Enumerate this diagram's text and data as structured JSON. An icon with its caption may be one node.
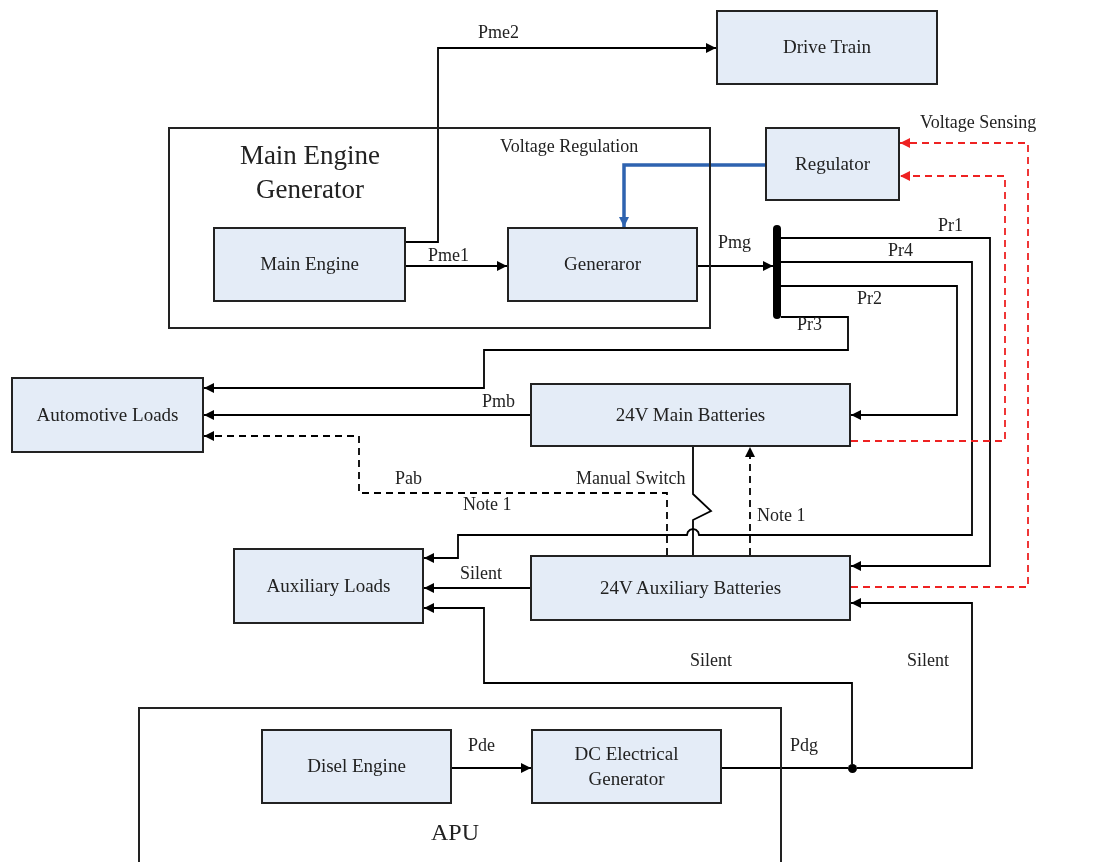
{
  "diagram": {
    "nodes": [
      {
        "text": [
          "Main Engine Generator"
        ]
      },
      {
        "text": [
          "Main Engine"
        ],
        "in": 0
      },
      {
        "text": [
          "Generaror"
        ],
        "in": 0
      },
      {
        "text": [
          "Drive Train"
        ]
      },
      {
        "text": [
          "Regulator"
        ]
      },
      {
        "text": [],
        "shape": "bar"
      },
      {
        "text": [
          "Automotive Loads"
        ]
      },
      {
        "text": [
          "24V Main Batteries"
        ]
      },
      {
        "text": [
          "Auxiliary Loads"
        ]
      },
      {
        "text": [
          "24V Auxiliary  Batteries"
        ]
      },
      {
        "text": [
          "APU"
        ]
      },
      {
        "text": [
          "Disel Engine"
        ],
        "in": 10
      },
      {
        "text": [
          "DC Electrical Generator"
        ],
        "in": 10
      },
      {
        "text": [],
        "shape": "circle"
      }
    ],
    "edges": [
      {
        "from": 1,
        "to": 3,
        "arrow": "to",
        "label": "Pme2"
      },
      {
        "from": 1,
        "to": 2,
        "arrow": "to",
        "label": "Pme1"
      },
      {
        "from": 4,
        "to": 2,
        "arrow": "to",
        "label": "Voltage Regulation",
        "style": "thick",
        "color": "#2e63b0"
      },
      {
        "from": 2,
        "to": 5,
        "arrow": "to",
        "label": "Pmg"
      },
      {
        "from": 5,
        "to": 9,
        "arrow": "to",
        "label": "Pr1"
      },
      {
        "from": 5,
        "to": 8,
        "arrow": "to",
        "label": "Pr4"
      },
      {
        "from": 5,
        "to": 7,
        "arrow": "to",
        "label": "Pr2"
      },
      {
        "from": 5,
        "to": 6,
        "arrow": "to",
        "label": "Pr3"
      },
      {
        "from": 7,
        "to": 6,
        "arrow": "to",
        "label": "Pmb"
      },
      {
        "from": 9,
        "to": 6,
        "arrow": "to",
        "label": "Pab",
        "style": "dashed"
      },
      {
        "from": 9,
        "to": 7,
        "arrow": "to",
        "label": "Note 1",
        "style": "dashed"
      },
      {
        "from": 7,
        "to": 9,
        "arrow": "none",
        "label": "Manual Switch"
      },
      {
        "from": 9,
        "to": 8,
        "arrow": "to",
        "label": "Silent"
      },
      {
        "from": 13,
        "to": 8,
        "arrow": "to",
        "label": "Silent"
      },
      {
        "from": 13,
        "to": 9,
        "arrow": "to",
        "label": "Silent"
      },
      {
        "from": 11,
        "to": 12,
        "arrow": "to",
        "label": "Pde"
      },
      {
        "from": 12,
        "to": 13,
        "arrow": "none",
        "label": "Pdg"
      },
      {
        "from": 7,
        "to": 4,
        "arrow": "to",
        "style": "dashed",
        "color": "#ee2222"
      },
      {
        "from": 9,
        "to": 4,
        "arrow": "to",
        "label": "Voltage Sensing",
        "style": "dashed",
        "color": "#ee2222"
      }
    ],
    "labels": [
      "Note 1"
    ]
  }
}
